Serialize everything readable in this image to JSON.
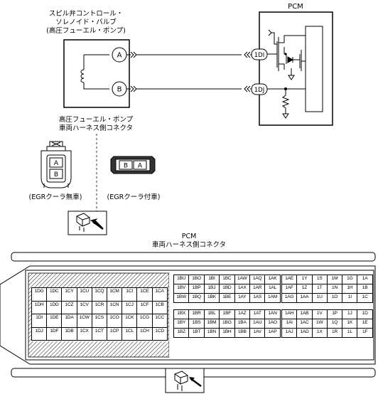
{
  "labels": {
    "valve_title": [
      "スピル弁コントロール・",
      "ソレノイド・バルブ",
      "(高圧フューエル・ポンプ)"
    ],
    "pcm": "PCM",
    "pin_a": "A",
    "pin_b": "B",
    "pin_1di": "1DI",
    "pin_1dj": "1DJ",
    "harness_title": [
      "高圧フューエル・ポンプ",
      "車両ハーネス側コネクタ"
    ],
    "conn_a": "A",
    "conn_b": "B",
    "egr_without": "(EGRクーラ無車)",
    "egr_with": "(EGRクーラ付車)",
    "pcm_bottom": "PCM",
    "pcm_harness": "車両ハーネス側コネクタ"
  },
  "connector": {
    "left_block": [
      [
        "1DG",
        "1DC",
        "1CY",
        "1CU",
        "1CQ",
        "1CM",
        "1CI",
        "1CE",
        "1CA"
      ],
      [
        "1DH",
        "1DD",
        "1CZ",
        "1CV",
        "1CR",
        "1CN",
        "1CJ",
        "1CF",
        "1CB"
      ],
      [
        "1DI",
        "1DE",
        "1DA",
        "1CW",
        "1CS",
        "1CO",
        "1CK",
        "1CG",
        "1CC"
      ],
      [
        "1DJ",
        "1DF",
        "1DB",
        "1CX",
        "1CT",
        "1CP",
        "1CL",
        "1CH",
        "1CD"
      ]
    ],
    "mid_top": [
      [
        "1BU",
        "1BO",
        "1BI",
        "1BC",
        "1AW",
        "1AQ",
        "1AK"
      ],
      [
        "1BV",
        "1BP",
        "1BJ",
        "1BD",
        "1AX",
        "1AR",
        "1AL"
      ],
      [
        "1BW",
        "1BQ",
        "1BK",
        "1BE",
        "1AY",
        "1AS",
        "1AM"
      ]
    ],
    "mid_bottom": [
      [
        "1BX",
        "1BR",
        "1BL",
        "1BF",
        "1AZ",
        "1AT",
        "1AN"
      ],
      [
        "1BY",
        "1BS",
        "1BM",
        "1BG",
        "1BA",
        "1AU",
        "1AO"
      ],
      [
        "1BZ",
        "1BT",
        "1BN",
        "1BH",
        "1BB",
        "1AV",
        "1AP"
      ]
    ],
    "right_top": [
      [
        "1AE",
        "1Y",
        "1S",
        "1M",
        "1G",
        "1A"
      ],
      [
        "1AF",
        "1Z",
        "1T",
        "1N",
        "1H",
        "1B"
      ],
      [
        "1AG",
        "1AA",
        "1U",
        "1O",
        "1I",
        "1C"
      ]
    ],
    "right_bottom": [
      [
        "1AH",
        "1AB",
        "1V",
        "1P",
        "1J",
        "1D"
      ],
      [
        "1AI",
        "1AC",
        "1W",
        "1Q",
        "1K",
        "1E"
      ],
      [
        "1AJ",
        "1AD",
        "1X",
        "1R",
        "1L",
        "1F"
      ]
    ]
  },
  "colors": {
    "line": "#000000",
    "hatch": "#000000",
    "background": "#ffffff"
  },
  "icons": [
    "coil-icon",
    "transistor-icon",
    "diode-icon",
    "resistor-icon",
    "ground-icon",
    "connector-view-icon",
    "arrow-icon"
  ]
}
